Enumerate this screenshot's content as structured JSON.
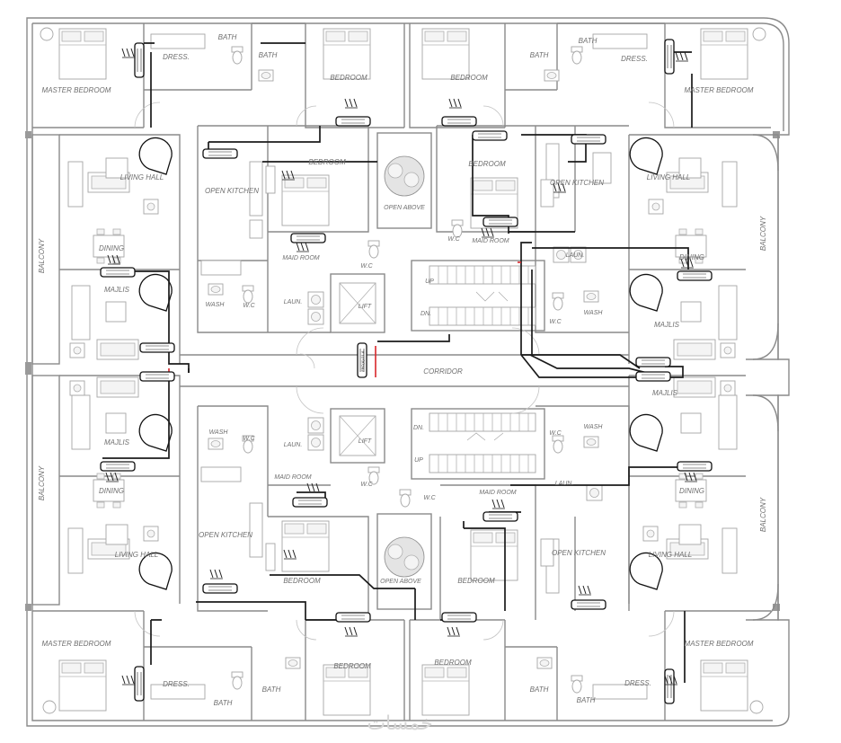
{
  "title": "",
  "rooms": {
    "master_bedroom": "MASTER BEDROOM",
    "bedroom": "BEDROOM",
    "dress": "DRESS.",
    "bath": "BATH",
    "living_hall": "LIVING HALL",
    "dining": "DINING",
    "majlis": "MAJLIS",
    "open_kitchen": "OPEN KITCHEN",
    "maid_room": "MAID ROOM",
    "laun": "LAUN.",
    "wash": "WASH",
    "wc": "W.C",
    "lift": "LIFT",
    "open_above": "OPEN ABOVE",
    "corridor": "CORRIDOR",
    "balcony": "BALCONY",
    "up": "UP",
    "dn": "DN."
  },
  "panel_tag": "FBC(A)-01-A",
  "watermark": "خمسات",
  "colors": {
    "walls": "#8a8a8a",
    "cable": "#1b1b1b",
    "cable_alt": "#d8262b",
    "furniture": "#a6a6a6"
  }
}
